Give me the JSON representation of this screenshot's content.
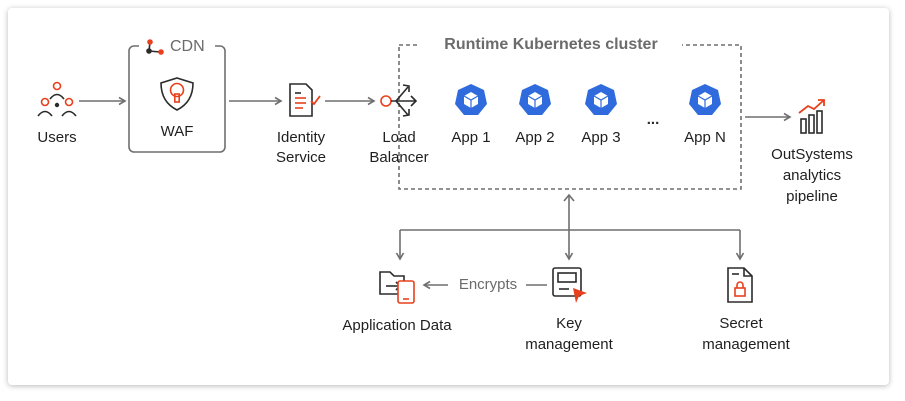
{
  "nodes": {
    "users": "Users",
    "cdn": "CDN",
    "waf": "WAF",
    "identity_service": [
      "Identity",
      "Service"
    ],
    "load_balancer": [
      "Load",
      "Balancer"
    ],
    "cluster_title": "Runtime Kubernetes cluster",
    "apps": [
      "App 1",
      "App 2",
      "App 3",
      "App N"
    ],
    "ellipsis": "...",
    "analytics": [
      "OutSystems",
      "analytics",
      "pipeline"
    ],
    "application_data": "Application Data",
    "key_management": [
      "Key",
      "management"
    ],
    "secret_management": [
      "Secret",
      "management"
    ],
    "encrypts": "Encrypts"
  },
  "colors": {
    "accent": "#e8401c",
    "app_blue": "#2f6bdc",
    "line": "#6f6f6f",
    "dark": "#2b2b2b"
  },
  "icons": [
    "users-icon",
    "cdn-icon",
    "waf-shield-icon",
    "identity-document-icon",
    "load-balancer-icon",
    "kubernetes-app-icon",
    "analytics-chart-icon",
    "application-data-icon",
    "key-management-icon",
    "secret-document-icon"
  ]
}
